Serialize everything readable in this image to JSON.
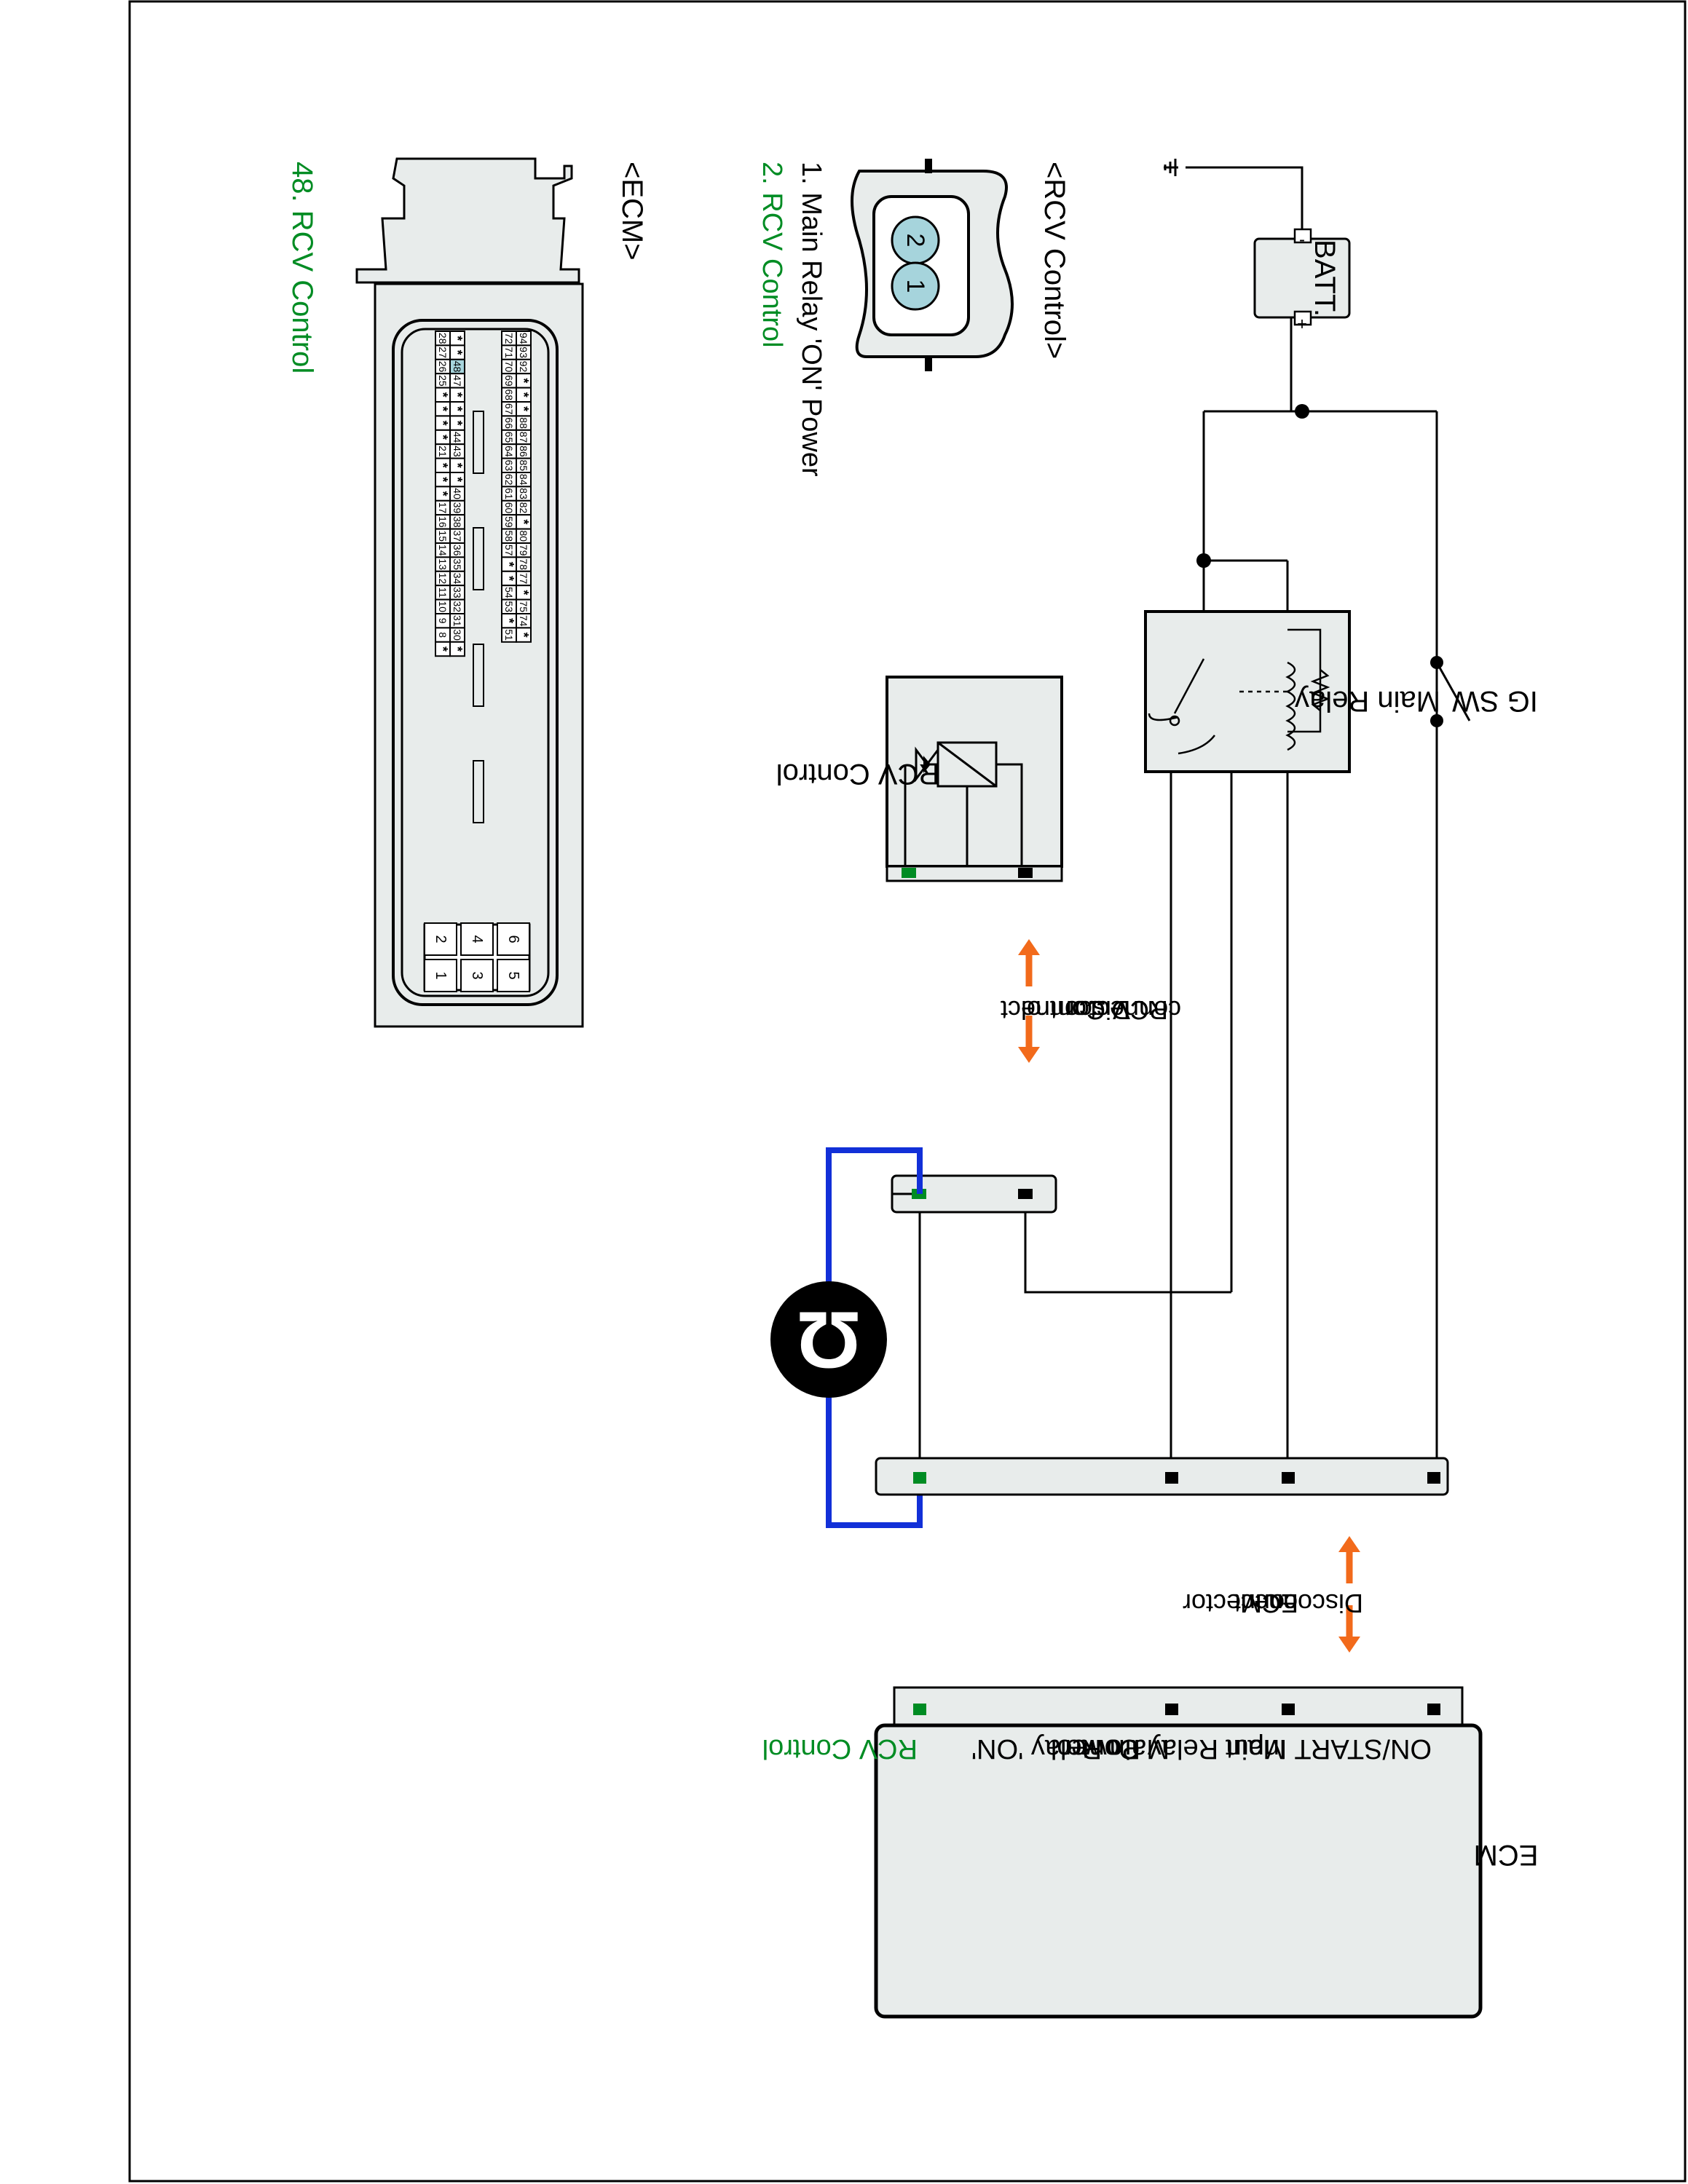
{
  "battery": {
    "label": "BATT.",
    "neg": "-",
    "pos": "+"
  },
  "ig_switch": {
    "label": "IG SW"
  },
  "main_relay": {
    "label": "Main Relay"
  },
  "rcv_component": {
    "label": "RCV Control"
  },
  "disconnect_rcv": {
    "line1": "Disconnect",
    "line2": "RCV Control",
    "line3": "connector"
  },
  "disconnect_ecm": {
    "line1": "Disconnect",
    "line2": "ECM",
    "line3": "connector"
  },
  "ohmmeter": {
    "symbol": "Ω"
  },
  "ecm_box": {
    "title": "ECM",
    "pins": [
      "ON/START Input",
      "Main Relay Control",
      "Main Relay 'ON'",
      "Power",
      "RCV Control"
    ]
  },
  "rcv_connector": {
    "title": "<RCV Control>",
    "pin_labels": [
      "2",
      "1"
    ],
    "pin1": "1. Main Relay 'ON' Power",
    "pin2": "2. RCV Control"
  },
  "ecm_connector": {
    "title": "<ECM>",
    "highlight": "48. RCV Control",
    "rows": [
      [
        "94",
        "93",
        "92",
        "*",
        "*",
        "*",
        "88",
        "87",
        "86",
        "85",
        "84",
        "83",
        "82",
        "*",
        "80",
        "79",
        "78",
        "77",
        "*",
        "75",
        "74",
        "*"
      ],
      [
        "72",
        "71",
        "70",
        "69",
        "68",
        "67",
        "66",
        "65",
        "64",
        "63",
        "62",
        "61",
        "60",
        "59",
        "58",
        "57",
        "*",
        "*",
        "54",
        "53",
        "*",
        "51"
      ],
      [
        "*",
        "*",
        "48",
        "47",
        "*",
        "*",
        "*",
        "44",
        "43",
        "*",
        "*",
        "40",
        "39",
        "38",
        "37",
        "36",
        "35",
        "34",
        "33",
        "32",
        "31",
        "30",
        "*"
      ],
      [
        "28",
        "27",
        "26",
        "25",
        "*",
        "*",
        "*",
        "*",
        "21",
        "*",
        "*",
        "*",
        "17",
        "16",
        "15",
        "14",
        "13",
        "12",
        "11",
        "10",
        "9",
        "8",
        "*"
      ]
    ],
    "power": [
      [
        "6",
        "5"
      ],
      [
        "4",
        "3"
      ],
      [
        "2",
        "1"
      ]
    ]
  },
  "colors": {
    "green": "#008c23",
    "orange": "#f26a1b",
    "blue": "#1230d8",
    "highlight": "#a6d4dc"
  }
}
